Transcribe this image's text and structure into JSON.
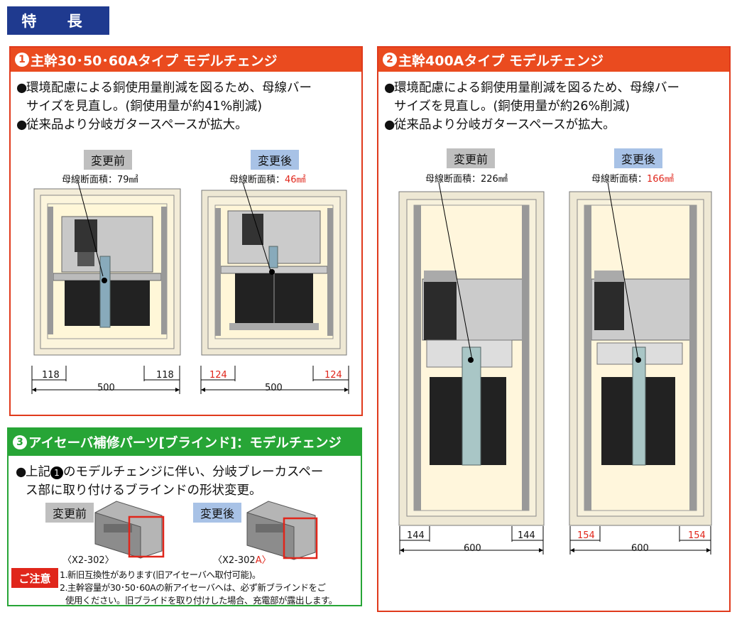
{
  "header": {
    "title": "特 長"
  },
  "panel1": {
    "num": "1",
    "title": "主幹30･50･60Aタイプ モデルチェンジ",
    "bullet1a": "環境配慮による銅使用量削減を図るため、母線バー",
    "bullet1b": "サイズを見直し。(銅使用量が約41%削減)",
    "bullet2": "従来品より分岐ガタースペースが拡大。",
    "before_tag": "変更前",
    "after_tag": "変更後",
    "before_cap_label": "母線断面積：",
    "before_cap_value": "79㎟",
    "after_cap_label": "母線断面積：",
    "after_cap_value": "46㎟",
    "before_dims": {
      "left": "118",
      "right": "118",
      "width": "500"
    },
    "after_dims": {
      "left": "124",
      "right": "124",
      "width": "500"
    }
  },
  "panel2": {
    "num": "2",
    "title": "主幹400Aタイプ モデルチェンジ",
    "bullet1a": "環境配慮による銅使用量削減を図るため、母線バー",
    "bullet1b": "サイズを見直し。(銅使用量が約26%削減)",
    "bullet2": "従来品より分岐ガタースペースが拡大。",
    "before_tag": "変更前",
    "after_tag": "変更後",
    "before_cap_label": "母線断面積：",
    "before_cap_value": "226㎟",
    "after_cap_label": "母線断面積：",
    "after_cap_value": "166㎟",
    "before_dims": {
      "left": "144",
      "right": "144",
      "width": "600"
    },
    "after_dims": {
      "left": "154",
      "right": "154",
      "width": "600"
    }
  },
  "panel3": {
    "num": "3",
    "title": "アイセーバ補修パーツ[ブラインド]：モデルチェンジ",
    "bullet_pre": "上記",
    "bullet_num": "1",
    "bullet_a": "のモデルチェンジに伴い、分岐ブレーカスペー",
    "bullet_b": "ス部に取り付けるブラインドの形状変更。",
    "before_tag": "変更前",
    "after_tag": "変更後",
    "before_model": "〈X2-302〉",
    "after_model_prefix": "〈X2-302",
    "after_model_suffix": "A〉",
    "caution": "ご注意",
    "note1": "1.新旧互換性があります(旧アイセーバへ取付可能)。",
    "note2": "2.主幹容量が30･50･60Aの新アイセーバへは、必ず新ブラインドをご",
    "note3": "使用ください。旧ブライドを取り付けした場合、充電部が露出します。"
  },
  "colors": {
    "header_blue": "#1f3a8f",
    "panel_red": "#ea4b1f",
    "panel_green": "#27a536",
    "accent_red": "#e0261b"
  }
}
